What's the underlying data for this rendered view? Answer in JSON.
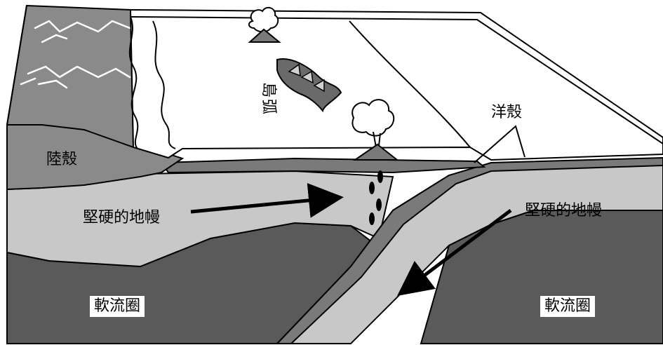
{
  "labels": {
    "continental_crust": "陸殼",
    "island_arc": "島弧",
    "oceanic_crust": "洋殼",
    "lithosphere_left": "堅硬的地幔",
    "lithosphere_right": "堅硬的地幔",
    "asthenosphere_left": "軟流圈",
    "asthenosphere_right": "軟流圈"
  },
  "colors": {
    "surface": "#ffffff",
    "continental_crust": "#8a8a8a",
    "oceanic_crust": "#7a7a7a",
    "lithosphere": "#c8c8c8",
    "asthenosphere": "#5a5a5a",
    "outline": "#000000"
  },
  "icons": [
    "volcano-icon",
    "direction-arrow-icon",
    "earthquake-marker-icon"
  ]
}
